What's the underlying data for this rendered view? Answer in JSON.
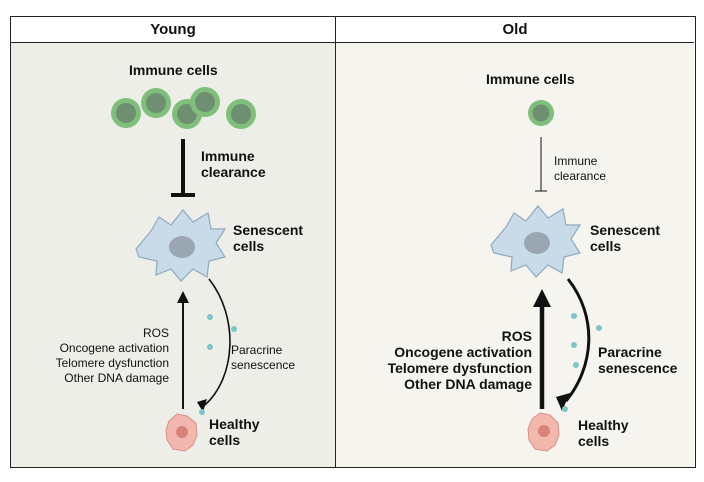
{
  "panels": {
    "young": {
      "title": "Young",
      "immune_label": "Immune cells",
      "clearance_label": [
        "Immune",
        "clearance"
      ],
      "senescent_label": [
        "Senescent",
        "cells"
      ],
      "stressors": [
        "ROS",
        "Oncogene activation",
        "Telomere dysfunction",
        "Other DNA damage"
      ],
      "paracrine_label": [
        "Paracrine",
        "senescence"
      ],
      "healthy_label": [
        "Healthy",
        "cells"
      ]
    },
    "old": {
      "title": "Old",
      "immune_label": "Immune cells",
      "clearance_label": [
        "Immune",
        "clearance"
      ],
      "senescent_label": [
        "Senescent",
        "cells"
      ],
      "stressors": [
        "ROS",
        "Oncogene activation",
        "Telomere dysfunction",
        "Other DNA damage"
      ],
      "paracrine_label": [
        "Paracrine",
        "senescence"
      ],
      "healthy_label": [
        "Healthy",
        "cells"
      ]
    }
  },
  "colors": {
    "immune_cell": "#7fbf7a",
    "immune_nucleus": "#6f8f73",
    "senescent_cell": "#c9dbe8",
    "senescent_nucleus": "#9aa6b2",
    "healthy_cell": "#f2b8ae",
    "healthy_nucleus": "#d9827a",
    "paracrine_dot": "#7fc4c8"
  }
}
